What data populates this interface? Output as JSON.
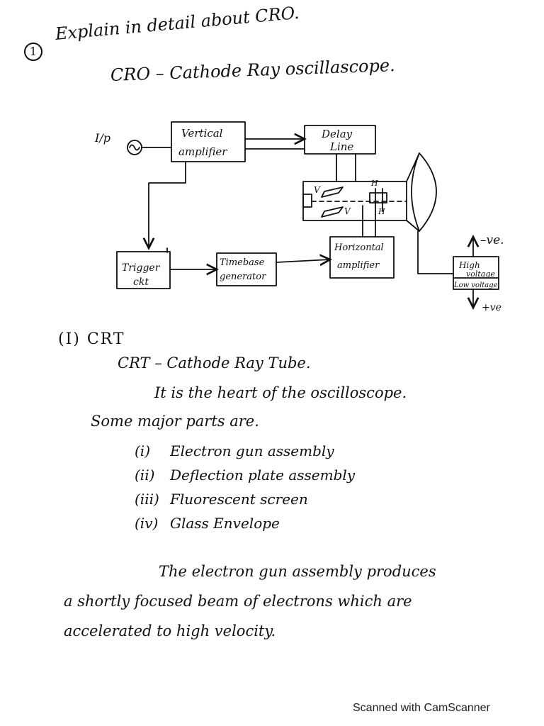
{
  "question": {
    "number": "1",
    "text": "Explain in detail about CRO.",
    "cro_expansion": "CRO – Cathode Ray oscillascope."
  },
  "diagram": {
    "input_label": "I/p",
    "blocks": {
      "vertical_amplifier": [
        "Vertical",
        "amplifier"
      ],
      "delay_line": [
        "Delay",
        "Line"
      ],
      "trigger_circuit": [
        "Trigger",
        "ckt"
      ],
      "timebase_generator": [
        "Timebase",
        "generator"
      ],
      "horizontal_amplifier": [
        "Horizontal",
        "amplifier"
      ],
      "high_voltage": [
        "High",
        "voltage"
      ],
      "low_voltage": "Low voltage"
    },
    "plate_labels": {
      "v_top": "V",
      "v_bottom": "V",
      "h_top": "H",
      "h_bottom": "H"
    },
    "terminals": {
      "negative": "–ve.",
      "positive": "+ve"
    }
  },
  "section": {
    "heading": "(I) CRT",
    "expansion": "CRT – Cathode Ray Tube.",
    "intro": "It is the heart of the oscilloscope.",
    "parts_intro": "Some major parts are.",
    "parts": [
      {
        "num": "(i)",
        "text": "Electron gun assembly"
      },
      {
        "num": "(ii)",
        "text": "Deflection plate assembly"
      },
      {
        "num": "(iii)",
        "text": "Fluorescent screen"
      },
      {
        "num": "(iv)",
        "text": "Glass Envelope"
      }
    ],
    "paragraph": {
      "line1": "The electron gun assembly produces",
      "line2": "a shortly focused beam of electrons which are",
      "line3": "accelerated to high velocity."
    }
  },
  "footer": "Scanned with CamScanner"
}
